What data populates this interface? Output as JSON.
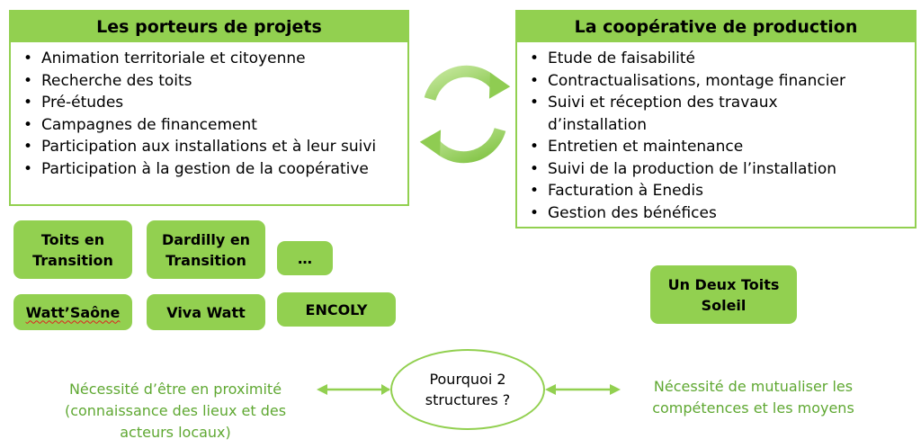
{
  "left_panel": {
    "title": "Les porteurs de projets",
    "items": [
      "Animation territoriale et citoyenne",
      "Recherche des toits",
      "Pré-études",
      "Campagnes de financement",
      "Participation aux installations et à leur suivi",
      "Participation à la gestion de la coopérative"
    ]
  },
  "right_panel": {
    "title": "La coopérative de production",
    "items": [
      "Etude de faisabilité",
      "Contractualisations, montage financier",
      "Suivi et réception des travaux d’installation",
      "Entretien et maintenance",
      "Suivi de la production de l’installation",
      "Facturation à Enedis",
      "Gestion des bénéfices"
    ]
  },
  "tags": {
    "toits_en_transition": "Toits en Transition",
    "dardilly_en_transition": "Dardilly en Transition",
    "ellipsis": "…",
    "watt_saone": "Watt’Saône",
    "viva_watt": "Viva Watt",
    "encoly": "ENCOLY",
    "un_deux_toits_soleil": "Un Deux Toits Soleil"
  },
  "question": "Pourquoi 2 structures ?",
  "notes": {
    "left": "Nécessité d’être en proximité (connaissance des lieux et des acteurs locaux)",
    "right": "Nécessité de mutualiser les compétences et les moyens"
  },
  "colors": {
    "accent": "#92d050",
    "note_text": "#5fa832"
  },
  "icons": {
    "cycle": "circular-arrows-icon"
  }
}
